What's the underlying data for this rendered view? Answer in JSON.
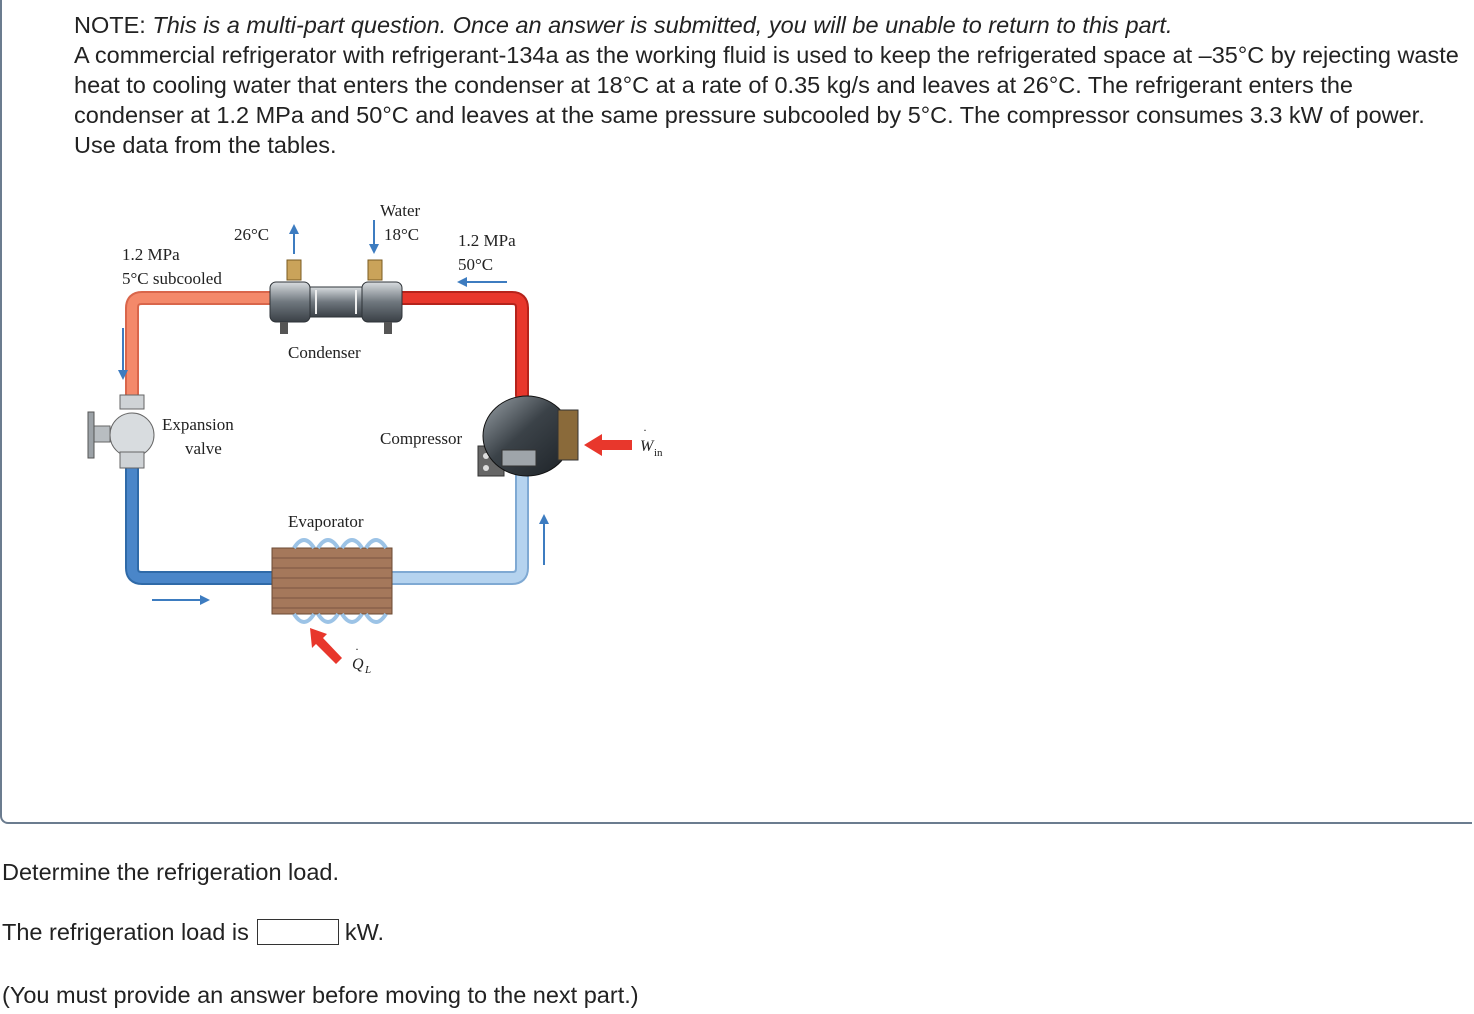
{
  "problem": {
    "note_label": "NOTE: ",
    "note_text": "This is a multi-part question. Once an answer is submitted, you will be unable to return to this part.",
    "statement": "A commercial refrigerator with refrigerant-134a as the working fluid is used to keep the refrigerated space at –35°C by rejecting waste heat to cooling water that enters the condenser at 18°C at a rate of 0.35 kg/s and leaves at 26°C. The refrigerant enters the condenser at 1.2 MPa and 50°C and leaves at the same pressure subcooled by 5°C. The compressor consumes 3.3 kW of power. Use data from the tables."
  },
  "diagram": {
    "water_label": "Water",
    "water_in_temp": "18°C",
    "water_out_temp": "26°C",
    "cond_in_pressure": "1.2 MPa",
    "cond_in_temp": "50°C",
    "cond_out_pressure": "1.2 MPa",
    "cond_out_state": "5°C subcooled",
    "condenser_label": "Condenser",
    "expansion_label_1": "Expansion",
    "expansion_label_2": "valve",
    "compressor_label": "Compressor",
    "evaporator_label": "Evaporator",
    "w_in_main": "W",
    "w_in_sub": "in",
    "q_l_main": "Q",
    "q_l_sub": "L",
    "colors": {
      "hot_pipe": "#e8372c",
      "warm_pipe": "#f4896a",
      "cold_pipe": "#4a86c9",
      "cool_pipe": "#9cc3e6",
      "arrow_blue": "#3d7cc0",
      "arrow_red": "#e8372c"
    }
  },
  "question": {
    "prompt": "Determine the refrigeration load.",
    "answer_prefix": "The refrigeration load is",
    "answer_value": "",
    "answer_unit": "kW.",
    "footnote": "(You must provide an answer before moving to the next part.)"
  }
}
